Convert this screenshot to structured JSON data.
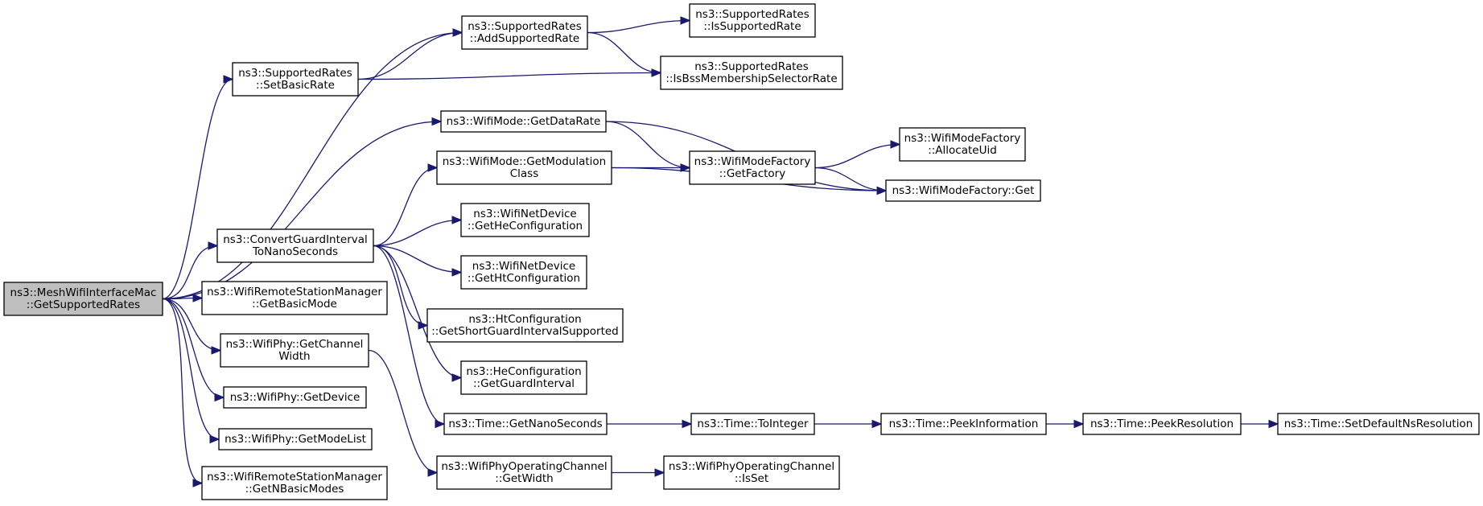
{
  "colors": {
    "edge": "#191970",
    "root_fill": "#bfbfbf",
    "node_fill": "#ffffff",
    "node_border": "#000000"
  },
  "nodes": [
    {
      "id": "root",
      "lines": [
        "ns3::MeshWifiInterfaceMac",
        "::GetSupportedRates"
      ],
      "root": true
    },
    {
      "id": "addsr",
      "lines": [
        "ns3::SupportedRates",
        "::AddSupportedRate"
      ]
    },
    {
      "id": "issr",
      "lines": [
        "ns3::SupportedRates",
        "::IsSupportedRate"
      ]
    },
    {
      "id": "setbr",
      "lines": [
        "ns3::SupportedRates",
        "::SetBasicRate"
      ]
    },
    {
      "id": "isbss",
      "lines": [
        "ns3::SupportedRates",
        "::IsBssMembershipSelectorRate"
      ]
    },
    {
      "id": "gdr",
      "lines": [
        "ns3::WifiMode::GetDataRate"
      ]
    },
    {
      "id": "gmc",
      "lines": [
        "ns3::WifiMode::GetModulation",
        "Class"
      ]
    },
    {
      "id": "wmfgf",
      "lines": [
        "ns3::WifiModeFactory",
        "::GetFactory"
      ]
    },
    {
      "id": "wmfau",
      "lines": [
        "ns3::WifiModeFactory",
        "::AllocateUid"
      ]
    },
    {
      "id": "wmfg",
      "lines": [
        "ns3::WifiModeFactory::Get"
      ]
    },
    {
      "id": "cgi",
      "lines": [
        "ns3::ConvertGuardInterval",
        "ToNanoSeconds"
      ]
    },
    {
      "id": "ghe",
      "lines": [
        "ns3::WifiNetDevice",
        "::GetHeConfiguration"
      ]
    },
    {
      "id": "ght",
      "lines": [
        "ns3::WifiNetDevice",
        "::GetHtConfiguration"
      ]
    },
    {
      "id": "htsgi",
      "lines": [
        "ns3::HtConfiguration",
        "::GetShortGuardIntervalSupported"
      ]
    },
    {
      "id": "hegi",
      "lines": [
        "ns3::HeConfiguration",
        "::GetGuardInterval"
      ]
    },
    {
      "id": "gbm",
      "lines": [
        "ns3::WifiRemoteStationManager",
        "::GetBasicMode"
      ]
    },
    {
      "id": "gcw",
      "lines": [
        "ns3::WifiPhy::GetChannel",
        "Width"
      ]
    },
    {
      "id": "gdev",
      "lines": [
        "ns3::WifiPhy::GetDevice"
      ]
    },
    {
      "id": "gml",
      "lines": [
        "ns3::WifiPhy::GetModeList"
      ]
    },
    {
      "id": "gnbm",
      "lines": [
        "ns3::WifiRemoteStationManager",
        "::GetNBasicModes"
      ]
    },
    {
      "id": "tgns",
      "lines": [
        "ns3::Time::GetNanoSeconds"
      ]
    },
    {
      "id": "tti",
      "lines": [
        "ns3::Time::ToInteger"
      ]
    },
    {
      "id": "tpi",
      "lines": [
        "ns3::Time::PeekInformation"
      ]
    },
    {
      "id": "tpr",
      "lines": [
        "ns3::Time::PeekResolution"
      ]
    },
    {
      "id": "tsdr",
      "lines": [
        "ns3::Time::SetDefaultNsResolution"
      ]
    },
    {
      "id": "wpoc",
      "lines": [
        "ns3::WifiPhyOperatingChannel",
        "::GetWidth"
      ]
    },
    {
      "id": "wpocis",
      "lines": [
        "ns3::WifiPhyOperatingChannel",
        "::IsSet"
      ]
    }
  ],
  "edges": [
    {
      "from": "root",
      "to": "addsr"
    },
    {
      "from": "root",
      "to": "setbr"
    },
    {
      "from": "root",
      "to": "gdr"
    },
    {
      "from": "root",
      "to": "cgi"
    },
    {
      "from": "root",
      "to": "gbm"
    },
    {
      "from": "root",
      "to": "gcw"
    },
    {
      "from": "root",
      "to": "gdev"
    },
    {
      "from": "root",
      "to": "gml"
    },
    {
      "from": "root",
      "to": "gnbm"
    },
    {
      "from": "addsr",
      "to": "issr"
    },
    {
      "from": "addsr",
      "to": "isbss"
    },
    {
      "from": "setbr",
      "to": "addsr"
    },
    {
      "from": "setbr",
      "to": "isbss"
    },
    {
      "from": "gdr",
      "to": "wmfgf"
    },
    {
      "from": "gdr",
      "to": "wmfg"
    },
    {
      "from": "gmc",
      "to": "wmfgf"
    },
    {
      "from": "gmc",
      "to": "wmfg"
    },
    {
      "from": "wmfgf",
      "to": "wmfau"
    },
    {
      "from": "wmfgf",
      "to": "wmfg"
    },
    {
      "from": "cgi",
      "to": "gmc"
    },
    {
      "from": "cgi",
      "to": "ghe"
    },
    {
      "from": "cgi",
      "to": "ght"
    },
    {
      "from": "cgi",
      "to": "htsgi"
    },
    {
      "from": "cgi",
      "to": "hegi"
    },
    {
      "from": "cgi",
      "to": "tgns"
    },
    {
      "from": "gcw",
      "to": "wpoc"
    },
    {
      "from": "tgns",
      "to": "tti"
    },
    {
      "from": "tti",
      "to": "tpi"
    },
    {
      "from": "tpi",
      "to": "tpr"
    },
    {
      "from": "tpr",
      "to": "tsdr"
    },
    {
      "from": "wpoc",
      "to": "wpocis"
    }
  ]
}
